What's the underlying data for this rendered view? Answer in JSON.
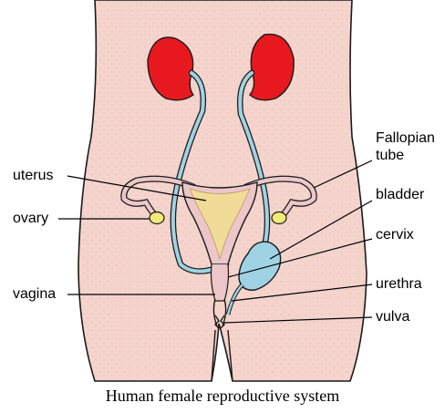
{
  "labels": {
    "uterus": "uterus",
    "ovary": "ovary",
    "vagina": "vagina",
    "fallopian_tube_line1": "Fallopian",
    "fallopian_tube_line2": "tube",
    "bladder": "bladder",
    "cervix": "cervix",
    "urethra": "urethra",
    "vulva": "vulva"
  },
  "caption": "Human female reproductive system",
  "colors": {
    "skin": "#f4d4cc",
    "skin_speckle": "#e9b9ad",
    "outline": "#1a1a1a",
    "kidney": "#e8191e",
    "ureter_bladder": "#9fd3e4",
    "uterus": "#f0dc96",
    "fallopian": "#ecc6c8",
    "ovary": "#f1ea78",
    "leader_line": "#000000"
  }
}
